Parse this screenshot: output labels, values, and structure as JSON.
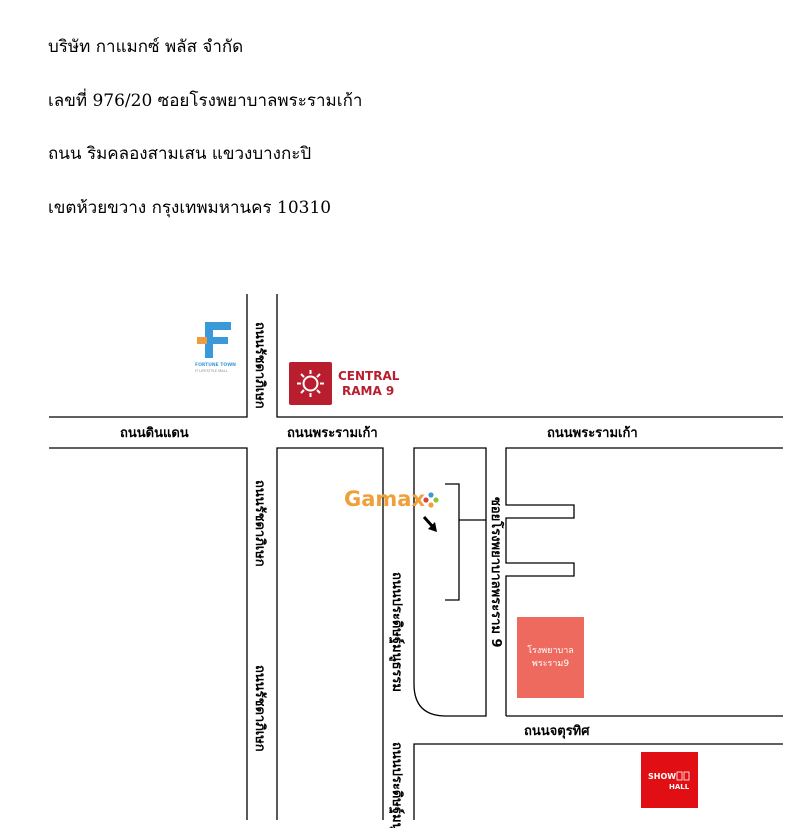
{
  "address": {
    "line1": "บริษัท กาแมกซ์ พลัส จำกัด",
    "line2": "เลขที่ 976/20 ซอยโรงพยาบาลพระรามเก้า",
    "line3": "ถนน ริมคลองสามเสน  แขวงบางกะปิ",
    "line4": "เขตห้วยขวาง กรุงเทพมหานคร 10310"
  },
  "map": {
    "roads": {
      "din_daeng": "ถนนดินแดน",
      "rama9_left": "ถนนพระรามเก้า",
      "rama9_right": "ถนนพระรามเก้า",
      "ratchada_north": "ถนนรัชดาภิเษก",
      "ratchada_south": "ถนนรัชดาภิเษก",
      "ratchada_south2": "ถนนรัชดาภิเษก",
      "pradit_manutham": "ถนนประดิษฐ์มนูธรรม",
      "pradit_manutham2": "ถนนประดิษฐ์มนูธรรม",
      "soi_rama9_hospital": "ซอยโรงพยาบาลพระราม 9",
      "chaturathit": "ถนนจตุรทิศ"
    },
    "landmarks": {
      "fortune_town_line1": "FORTUNE TOWN",
      "fortune_town_line2": "IT LIFESTYLE MALL",
      "central_line1": "CENTRAL",
      "central_line2": "RAMA 9",
      "gamax": "Gamax",
      "hospital_line1": "โรงพยาบาล",
      "hospital_line2": "พระราม9",
      "show_line1": "SHOW",
      "show_line2": "HALL"
    },
    "colors": {
      "road_line": "#000000",
      "gamax_text": "#f0a03a",
      "central_red": "#b81e2d",
      "hospital_fill": "#ee6a5e",
      "show_fill": "#e10f14",
      "fortune_blue": "#3a9ad9",
      "fortune_orange": "#f19a3e"
    }
  }
}
